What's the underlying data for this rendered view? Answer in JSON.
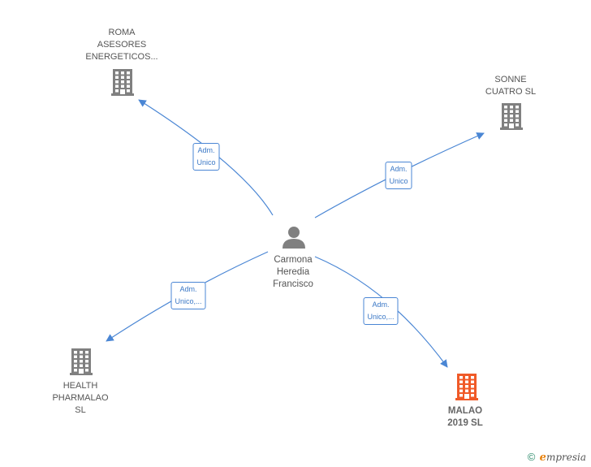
{
  "center": {
    "name": "Carmona\nHeredia\nFrancisco",
    "icon": "person-icon",
    "color": "#808080"
  },
  "companies": [
    {
      "id": "roma",
      "name": "ROMA\nASESORES\nENERGETICOS...",
      "icon": "building-icon",
      "color": "#808080"
    },
    {
      "id": "sonne",
      "name": "SONNE\nCUATRO SL",
      "icon": "building-icon",
      "color": "#808080"
    },
    {
      "id": "health",
      "name": "HEALTH\nPHARMALAO\nSL",
      "icon": "building-icon",
      "color": "#808080"
    },
    {
      "id": "malao",
      "name": "MALAO\n2019 SL",
      "icon": "building-icon",
      "color": "#f05a28",
      "focus": true
    }
  ],
  "edges": [
    {
      "to": "roma",
      "label": "Adm.\nUnico"
    },
    {
      "to": "sonne",
      "label": "Adm.\nUnico"
    },
    {
      "to": "health",
      "label": "Adm.\nUnico,..."
    },
    {
      "to": "malao",
      "label": "Adm.\nUnico,..."
    }
  ],
  "edge_color": "#4a86d4",
  "footer": {
    "copyright": "©",
    "brand_initial": "e",
    "brand_rest": "mpresia"
  }
}
